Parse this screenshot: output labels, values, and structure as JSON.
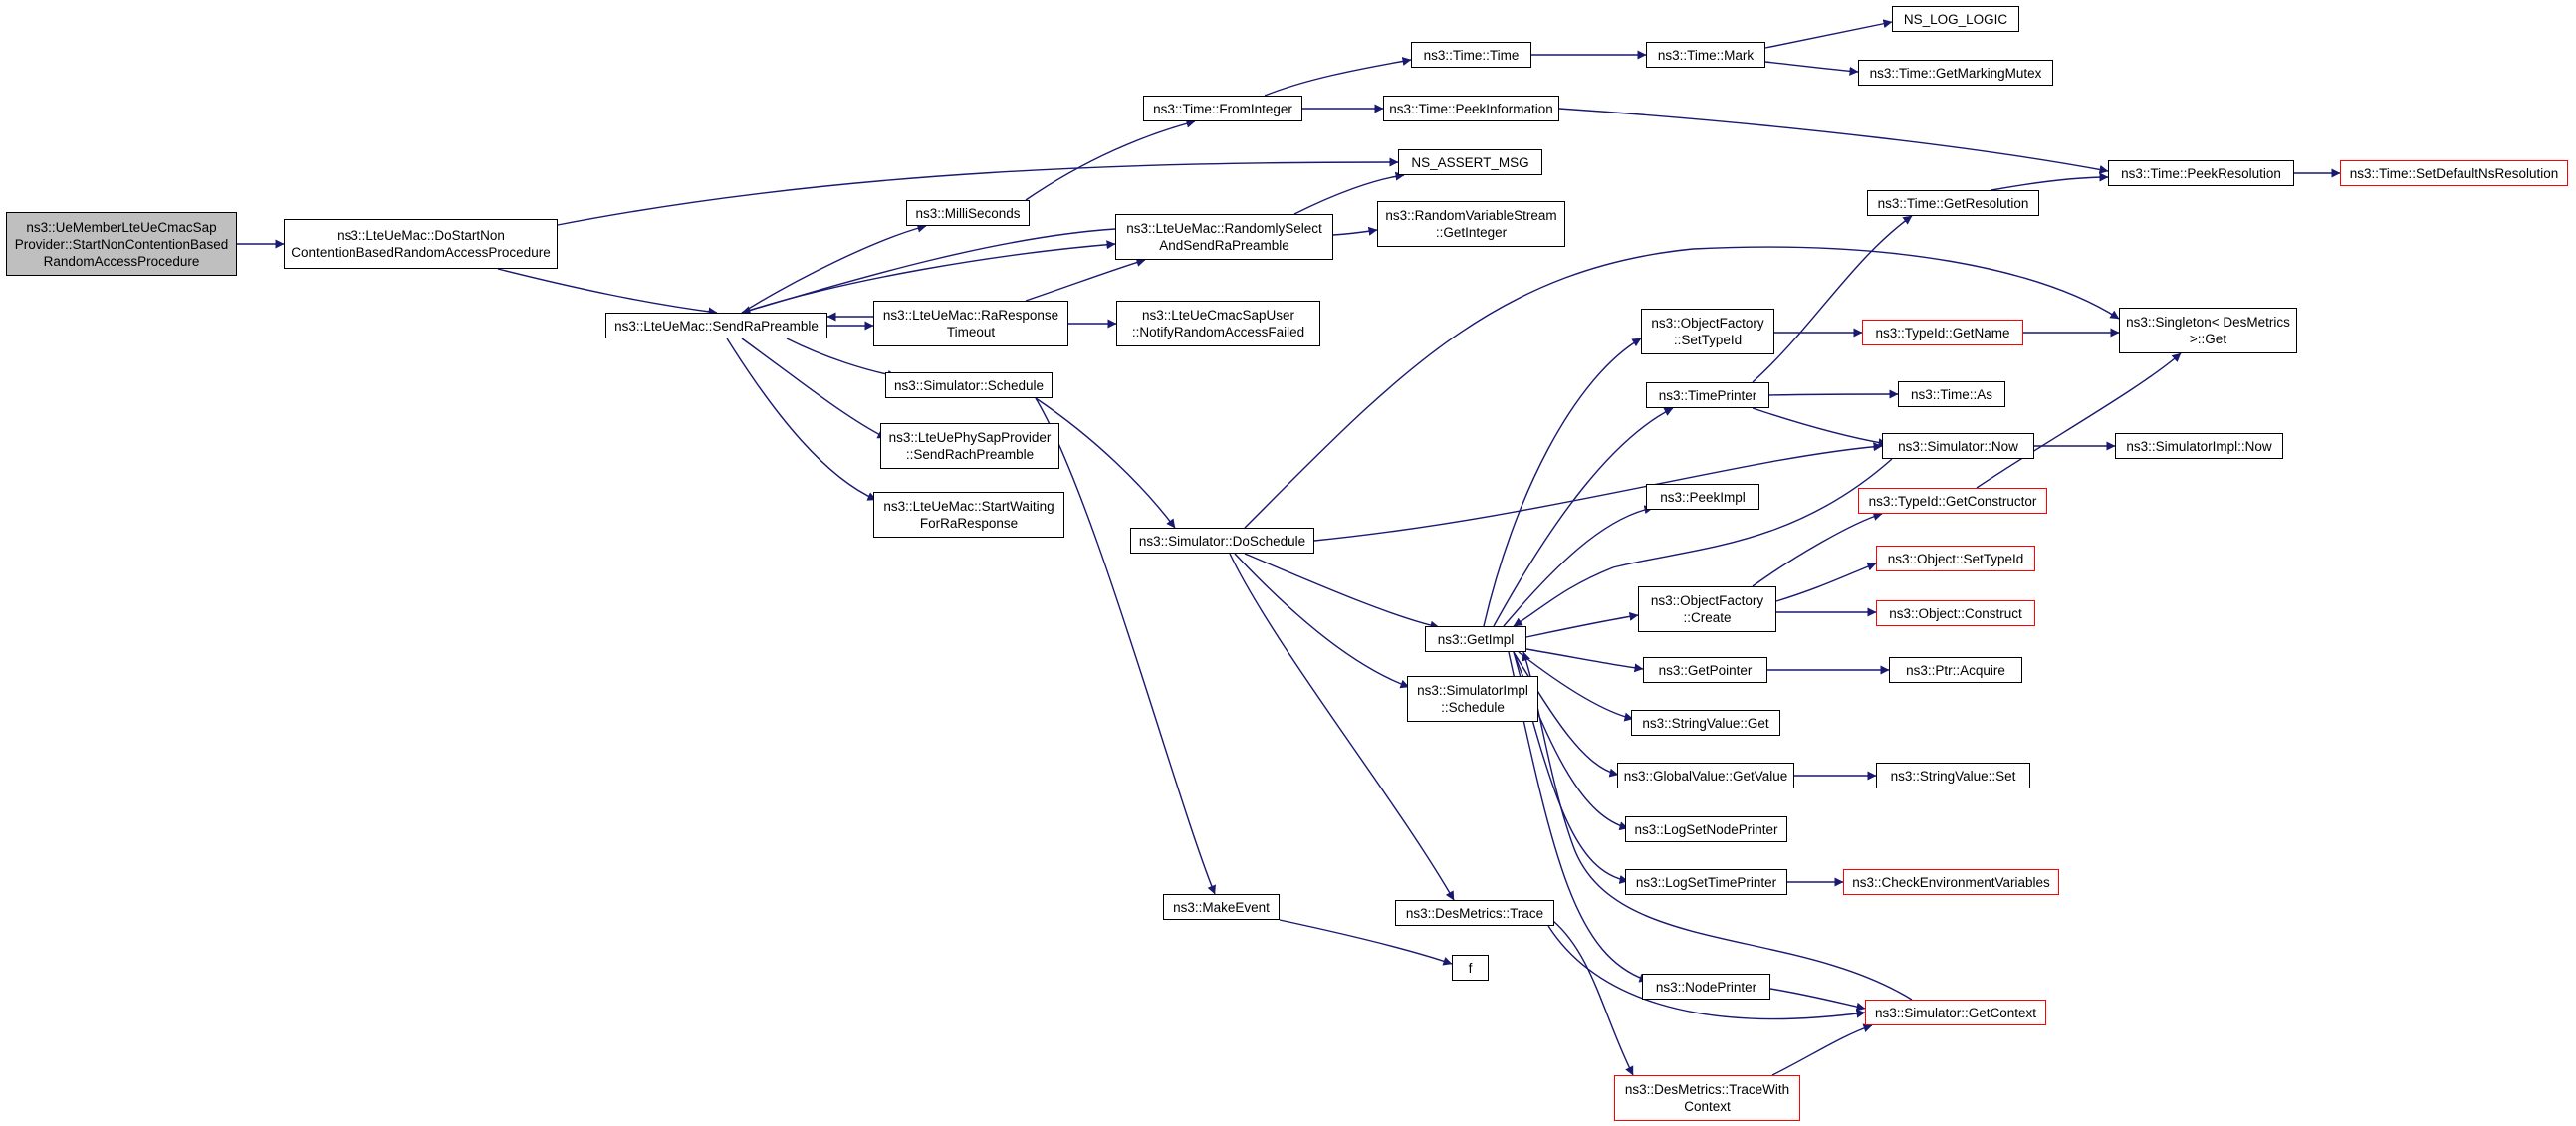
{
  "colors": {
    "edge": "#191970",
    "node_border": "#000000",
    "truncated_border": "#ff0000",
    "root_fill": "#bfbfbf"
  },
  "nodes": {
    "n_root": {
      "lines": [
        "ns3::UeMemberLteUeCmacSap",
        "Provider::StartNonContentionBased",
        "RandomAccessProcedure"
      ],
      "truncated": false
    },
    "n_dostart": {
      "lines": [
        "ns3::LteUeMac::DoStartNon",
        "ContentionBasedRandomAccessProcedure"
      ],
      "truncated": false
    },
    "n_sendra": {
      "lines": [
        "ns3::LteUeMac::SendRaPreamble"
      ],
      "truncated": false
    },
    "n_milli": {
      "lines": [
        "ns3::MilliSeconds"
      ],
      "truncated": false
    },
    "n_fromint": {
      "lines": [
        "ns3::Time::FromInteger"
      ],
      "truncated": false
    },
    "n_timetime": {
      "lines": [
        "ns3::Time::Time"
      ],
      "truncated": false
    },
    "n_mark": {
      "lines": [
        "ns3::Time::Mark"
      ],
      "truncated": false
    },
    "n_loglogic": {
      "lines": [
        "NS_LOG_LOGIC"
      ],
      "truncated": false
    },
    "n_getmarkmx": {
      "lines": [
        "ns3::Time::GetMarkingMutex"
      ],
      "truncated": false
    },
    "n_peekinfo": {
      "lines": [
        "ns3::Time::PeekInformation"
      ],
      "truncated": false
    },
    "n_peekres": {
      "lines": [
        "ns3::Time::PeekResolution"
      ],
      "truncated": false
    },
    "n_setdefres": {
      "lines": [
        "ns3::Time::SetDefaultNsResolution"
      ],
      "truncated": true
    },
    "n_assert": {
      "lines": [
        "NS_ASSERT_MSG"
      ],
      "truncated": false
    },
    "n_randsel": {
      "lines": [
        "ns3::LteUeMac::RandomlySelect",
        "AndSendRaPreamble"
      ],
      "truncated": false
    },
    "n_rvsgetint": {
      "lines": [
        "ns3::RandomVariableStream",
        "::GetInteger"
      ],
      "truncated": false
    },
    "n_raresp": {
      "lines": [
        "ns3::LteUeMac::RaResponse",
        "Timeout"
      ],
      "truncated": false
    },
    "n_notifyfail": {
      "lines": [
        "ns3::LteUeCmacSapUser",
        "::NotifyRandomAccessFailed"
      ],
      "truncated": false
    },
    "n_schedule": {
      "lines": [
        "ns3::Simulator::Schedule"
      ],
      "truncated": false
    },
    "n_sendrach": {
      "lines": [
        "ns3::LteUePhySapProvider",
        "::SendRachPreamble"
      ],
      "truncated": false
    },
    "n_startwait": {
      "lines": [
        "ns3::LteUeMac::StartWaiting",
        "ForRaResponse"
      ],
      "truncated": false
    },
    "n_doschedule": {
      "lines": [
        "ns3::Simulator::DoSchedule"
      ],
      "truncated": false
    },
    "n_makeevent": {
      "lines": [
        "ns3::MakeEvent"
      ],
      "truncated": false
    },
    "n_f": {
      "lines": [
        "f"
      ],
      "truncated": false
    },
    "n_destrace": {
      "lines": [
        "ns3::DesMetrics::Trace"
      ],
      "truncated": false
    },
    "n_tracectx": {
      "lines": [
        "ns3::DesMetrics::TraceWith",
        "Context"
      ],
      "truncated": true
    },
    "n_getimpl": {
      "lines": [
        "ns3::GetImpl"
      ],
      "truncated": false
    },
    "n_simimplsch": {
      "lines": [
        "ns3::SimulatorImpl",
        "::Schedule"
      ],
      "truncated": false
    },
    "n_objfsettid": {
      "lines": [
        "ns3::ObjectFactory",
        "::SetTypeId"
      ],
      "truncated": false
    },
    "n_tidgetname": {
      "lines": [
        "ns3::TypeId::GetName"
      ],
      "truncated": true
    },
    "n_getres": {
      "lines": [
        "ns3::Time::GetResolution"
      ],
      "truncated": false
    },
    "n_singleton": {
      "lines": [
        "ns3::Singleton< DesMetrics",
        ">::Get"
      ],
      "truncated": false
    },
    "n_timeprint": {
      "lines": [
        "ns3::TimePrinter"
      ],
      "truncated": false
    },
    "n_timeas": {
      "lines": [
        "ns3::Time::As"
      ],
      "truncated": false
    },
    "n_simnow": {
      "lines": [
        "ns3::Simulator::Now"
      ],
      "truncated": false
    },
    "n_simimplnow": {
      "lines": [
        "ns3::SimulatorImpl::Now"
      ],
      "truncated": false
    },
    "n_peekimpl": {
      "lines": [
        "ns3::PeekImpl"
      ],
      "truncated": false
    },
    "n_tidgetctor": {
      "lines": [
        "ns3::TypeId::GetConstructor"
      ],
      "truncated": true
    },
    "n_objfcreate": {
      "lines": [
        "ns3::ObjectFactory",
        "::Create"
      ],
      "truncated": false
    },
    "n_objsettid": {
      "lines": [
        "ns3::Object::SetTypeId"
      ],
      "truncated": true
    },
    "n_objconstr": {
      "lines": [
        "ns3::Object::Construct"
      ],
      "truncated": true
    },
    "n_getptr": {
      "lines": [
        "ns3::GetPointer"
      ],
      "truncated": false
    },
    "n_ptracq": {
      "lines": [
        "ns3::Ptr::Acquire"
      ],
      "truncated": false
    },
    "n_strvalget": {
      "lines": [
        "ns3::StringValue::Get"
      ],
      "truncated": false
    },
    "n_gvgetval": {
      "lines": [
        "ns3::GlobalValue::GetValue"
      ],
      "truncated": false
    },
    "n_strvalset": {
      "lines": [
        "ns3::StringValue::Set"
      ],
      "truncated": false
    },
    "n_lognodepr": {
      "lines": [
        "ns3::LogSetNodePrinter"
      ],
      "truncated": false
    },
    "n_logtimepr": {
      "lines": [
        "ns3::LogSetTimePrinter"
      ],
      "truncated": false
    },
    "n_checkenv": {
      "lines": [
        "ns3::CheckEnvironmentVariables"
      ],
      "truncated": true
    },
    "n_nodeprint": {
      "lines": [
        "ns3::NodePrinter"
      ],
      "truncated": false
    },
    "n_simgetctx": {
      "lines": [
        "ns3::Simulator::GetContext"
      ],
      "truncated": true
    }
  }
}
